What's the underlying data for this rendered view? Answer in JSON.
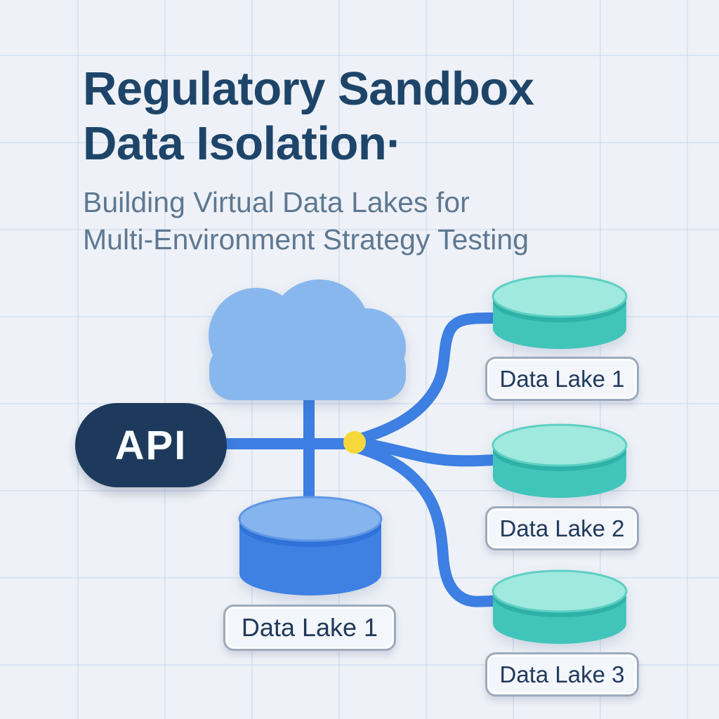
{
  "header": {
    "title_line1": "Regulatory Sandbox",
    "title_line2": "Data Isolation·",
    "subtitle_line1": "Building Virtual Data Lakes for",
    "subtitle_line2": "Multi-Environment Strategy Testing"
  },
  "diagram": {
    "api": {
      "label": "API"
    },
    "center_lake": {
      "label": "Data Lake 1"
    },
    "right_lakes": [
      {
        "label": "Data Lake 1"
      },
      {
        "label": "Data Lake 2"
      },
      {
        "label": "Data Lake 3"
      }
    ],
    "icons": [
      "cloud-icon",
      "api-pill",
      "junction-dot-icon",
      "database-cylinder-icon"
    ]
  },
  "colors": {
    "background": "#eef1f7",
    "grid_line": "#d6e0f0",
    "title_text": "#1e4569",
    "subtitle_text": "#5e7891",
    "api_pill_bg": "#1d3a5c",
    "api_pill_text": "#fafdff",
    "connector_blue": "#3d7fe2",
    "junction_yellow": "#f6d83b",
    "cloud_blue": "#88b7ed",
    "blue_cylinder_body": "#3f81e2",
    "blue_cylinder_top": "#85b4ee",
    "teal_cylinder_body": "#41c5ba",
    "teal_cylinder_top": "#9fe9df",
    "label_bg": "#f3f6fa",
    "label_border": "#9daaba",
    "label_text": "#21395c"
  }
}
